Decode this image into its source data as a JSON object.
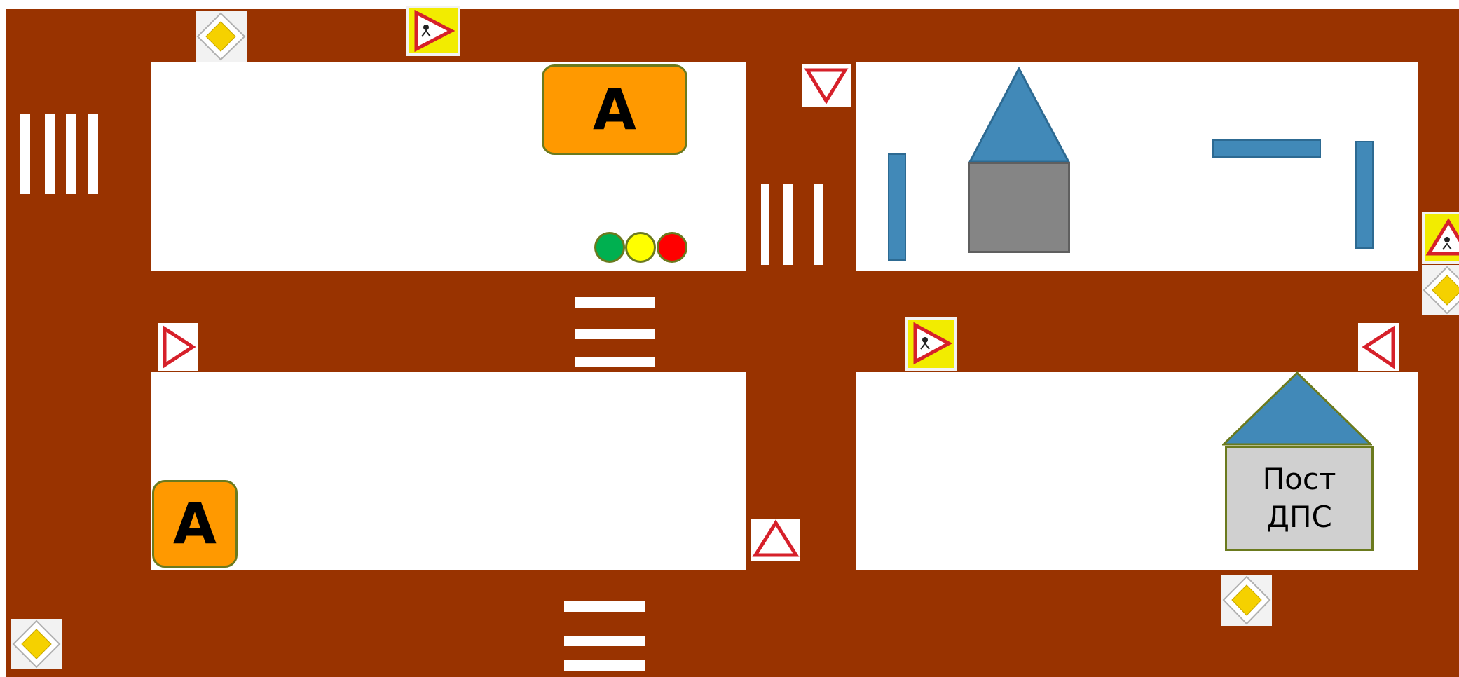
{
  "colors": {
    "road": "#993300",
    "bus": "#ff9900",
    "building_roof": "#4189b8",
    "building_wall": "#858585",
    "post_wall": "#d0d0d0",
    "light_green": "#00b050",
    "light_yellow": "#ffff00",
    "light_red": "#ff0000"
  },
  "bus_stops": {
    "top_label": "А",
    "bottom_label": "А"
  },
  "post": {
    "line1": "Пост",
    "line2": "ДПС"
  },
  "signs": [
    "priority-road-sign",
    "children-crossing-sign",
    "yield-sign",
    "warning-triangle-sign"
  ]
}
